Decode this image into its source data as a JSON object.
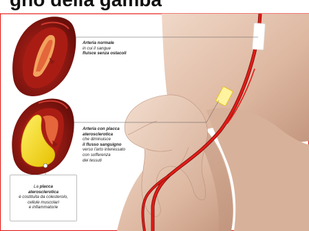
{
  "header": {
    "text": "gno della gamba"
  },
  "labels": {
    "normal_artery": {
      "title": "Arteria normale",
      "line1": "in cui il sangue",
      "line2": "fluisce senza ostacoli"
    },
    "plaque_artery": {
      "title_line1": "Arteria con placca",
      "title_line2": "aterosclerotica",
      "line3": "che diminuisce",
      "line4": "il flusso sanguigno",
      "line5": "verso l'arto interessato",
      "line6": "con sofferenza",
      "line7": "dei tessuti"
    },
    "plaque_note": {
      "prefix": "La",
      "term": "placca",
      "term2": "aterosclerotica",
      "line3": "è costituita da colesterolo,",
      "line4": "cellule muscolari",
      "line5": "e infiammatorie"
    }
  },
  "colors": {
    "artery_red": "#e41b17",
    "artery_dark": "#7a1410",
    "plaque_yellow": "#f5dd2b",
    "skin_light": "#e8c9b5",
    "skin_mid": "#d9b39c",
    "skin_shadow": "#b98e78",
    "background": "#ffffff",
    "frame": "#e41b17"
  },
  "icons": {
    "normal_artery_section": "artery-cross-section-icon",
    "plaque_artery_section": "plaque-artery-section-icon",
    "leg_illustration": "leg-illustration-icon",
    "hand_illustration": "hand-illustration-icon"
  }
}
